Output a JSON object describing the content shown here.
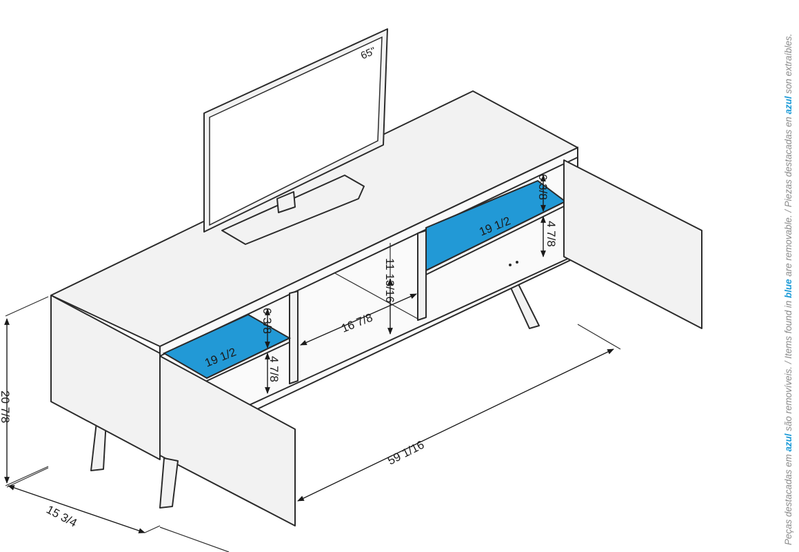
{
  "tv": {
    "size_label": "65\""
  },
  "colors": {
    "removable": "#2299d6",
    "outline": "#2b2b2b",
    "note_text": "#8a8a8a"
  },
  "dimensions": {
    "height": "20 7/8",
    "depth": "15 3/4",
    "width": "59 1/16",
    "shelf_width_left": "19 1/2",
    "shelf_width_right": "19 1/2",
    "shelf_upper_left": "6 3/8",
    "shelf_lower_left": "4 7/8",
    "shelf_upper_right": "6 3/8",
    "shelf_lower_right": "4 7/8",
    "center_width": "16 7/8",
    "center_height": "11 13/16"
  },
  "note": {
    "part1": "Peças destacadas em ",
    "hl1": "azul",
    "part2": " são removíveis. / Items found in ",
    "hl2": "blue",
    "part3": " are removable. / Piezas destacadas en ",
    "hl3": "azul",
    "part4": " son extraíbles."
  }
}
